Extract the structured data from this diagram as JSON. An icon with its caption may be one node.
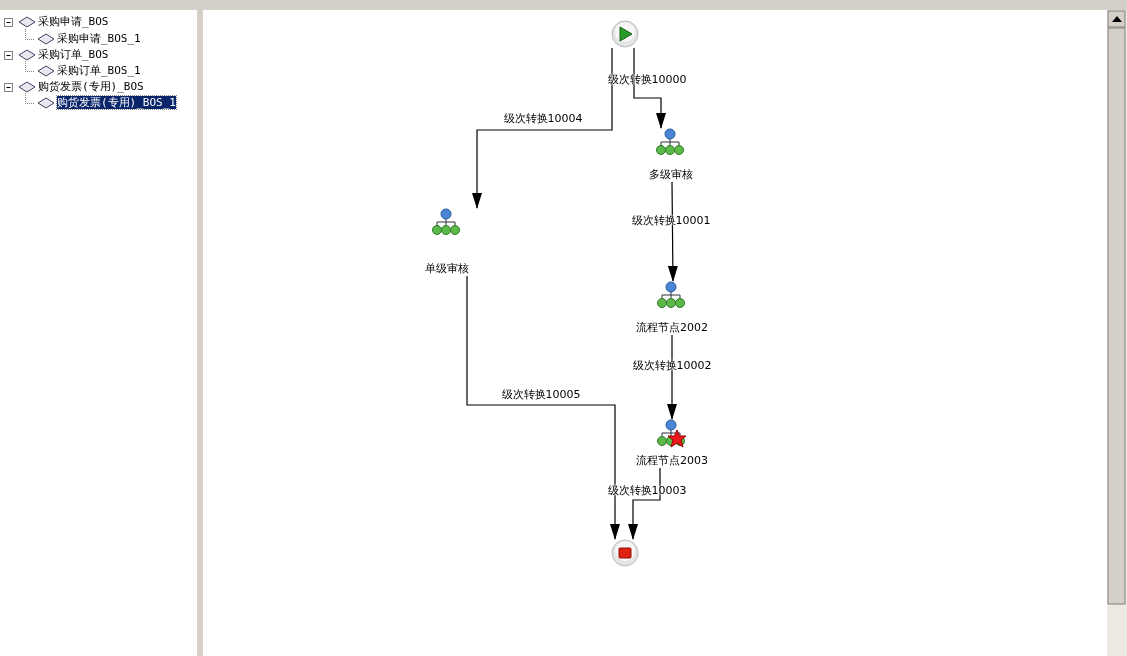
{
  "diagram": {
    "nodes": [
      {
        "text": [],
        "shape": "circle"
      },
      {
        "text": [
          "多级审核"
        ]
      },
      {
        "text": [
          "单级审核"
        ]
      },
      {
        "text": [
          "流程节点2002"
        ]
      },
      {
        "text": [
          "流程节点2003"
        ]
      },
      {
        "text": [],
        "shape": "circle"
      }
    ],
    "edges": [
      {
        "from": 0,
        "to": 1,
        "arrow": "to",
        "label": "级次转换10000"
      },
      {
        "from": 1,
        "to": 3,
        "arrow": "to",
        "label": "级次转换10001"
      },
      {
        "from": 3,
        "to": 4,
        "arrow": "to",
        "label": "级次转换10002"
      },
      {
        "from": 4,
        "to": 5,
        "arrow": "to",
        "label": "级次转换10003"
      },
      {
        "from": 0,
        "to": 2,
        "arrow": "to",
        "label": "级次转换10004"
      },
      {
        "from": 2,
        "to": 5,
        "arrow": "to",
        "label": "级次转换10005"
      }
    ],
    "labels": [
      "采购申请_BOS",
      "采购申请_BOS_1",
      "采购订单_BOS",
      "采购订单_BOS_1",
      "购货发票(专用)_BOS",
      "购货发票(专用)_BOS_1"
    ]
  }
}
